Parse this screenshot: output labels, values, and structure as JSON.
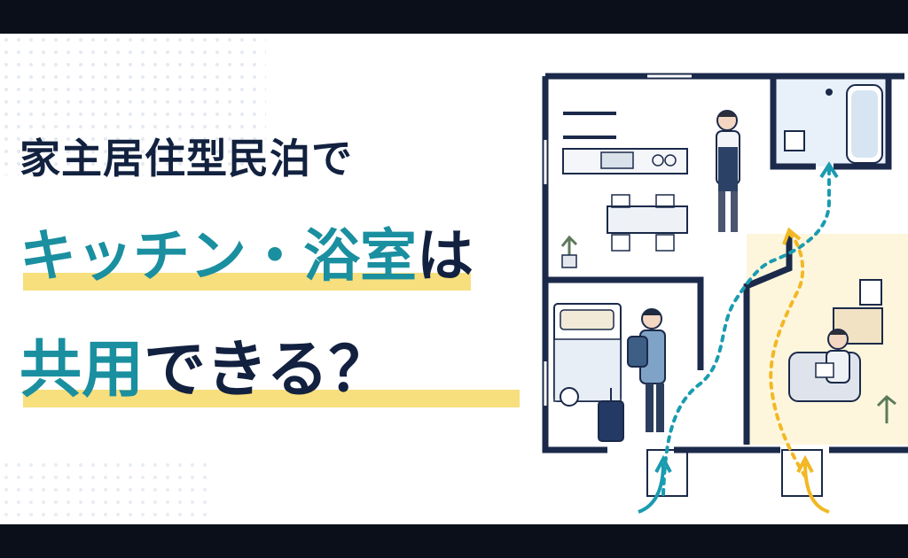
{
  "headline": {
    "line1": "家主居住型民泊で",
    "line2_highlight": "キッチン・浴室",
    "line2_suffix": "は",
    "line3_highlight": "共用",
    "line3_suffix": "できる？"
  },
  "colors": {
    "navy": "#12213f",
    "teal": "#1a8fa0",
    "highlight": "#f7df7d",
    "guest_path": "#1a9bb0",
    "host_path": "#f2b824",
    "living_room_tint": "#fdf6dc",
    "bath_tint": "#e8f1fa"
  },
  "illustration": {
    "rooms": [
      "kitchen",
      "bathroom",
      "bedroom",
      "living-room"
    ],
    "people": [
      "host-in-apron",
      "guest-with-luggage",
      "host-reading"
    ]
  }
}
